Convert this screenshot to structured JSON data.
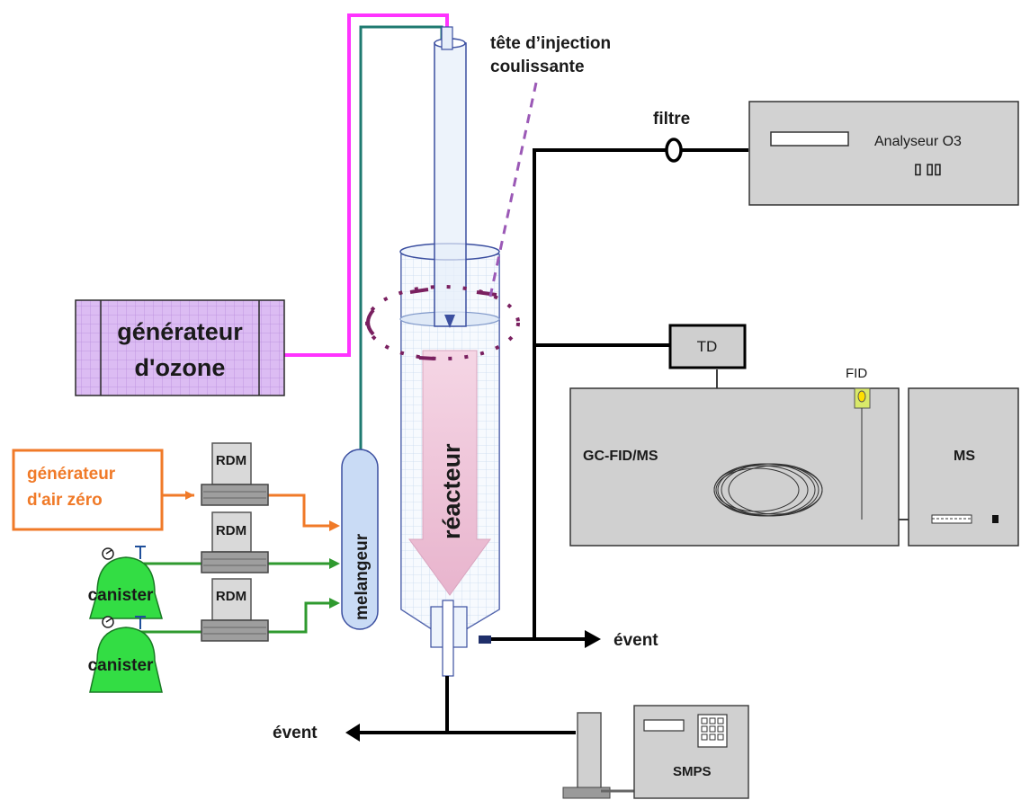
{
  "labels": {
    "tete_line1": "tête d’injection",
    "tete_line2": "coulissante",
    "filtre": "filtre",
    "analyseur": "Analyseur O3",
    "analyseur_display": "▯ ▯▯",
    "generateur_ozone_line1": "générateur",
    "generateur_ozone_line2": "d'ozone",
    "td": "TD",
    "fid": "FID",
    "gc": "GC-FID/MS",
    "ms": "MS",
    "generateur_air_line1": "générateur",
    "generateur_air_line2": "d'air zéro",
    "rdm": "RDM",
    "canister": "canister",
    "melangeur": "melangeur",
    "reacteur": "réacteur",
    "event": "évent",
    "smps": "SMPS"
  },
  "colors": {
    "ozone_line": "#ff33ff",
    "air_line": "#1e7a70",
    "orange": "#f07a28",
    "green_line": "#2f9a2f",
    "purple_box": "#d9b8f0",
    "canister_green": "#33dd44",
    "mixer_blue": "#c9dbf5",
    "reactor_blue": "#e9f1fb",
    "gray_box": "#cfcfcf",
    "dashed_purple": "#9b59b6"
  }
}
